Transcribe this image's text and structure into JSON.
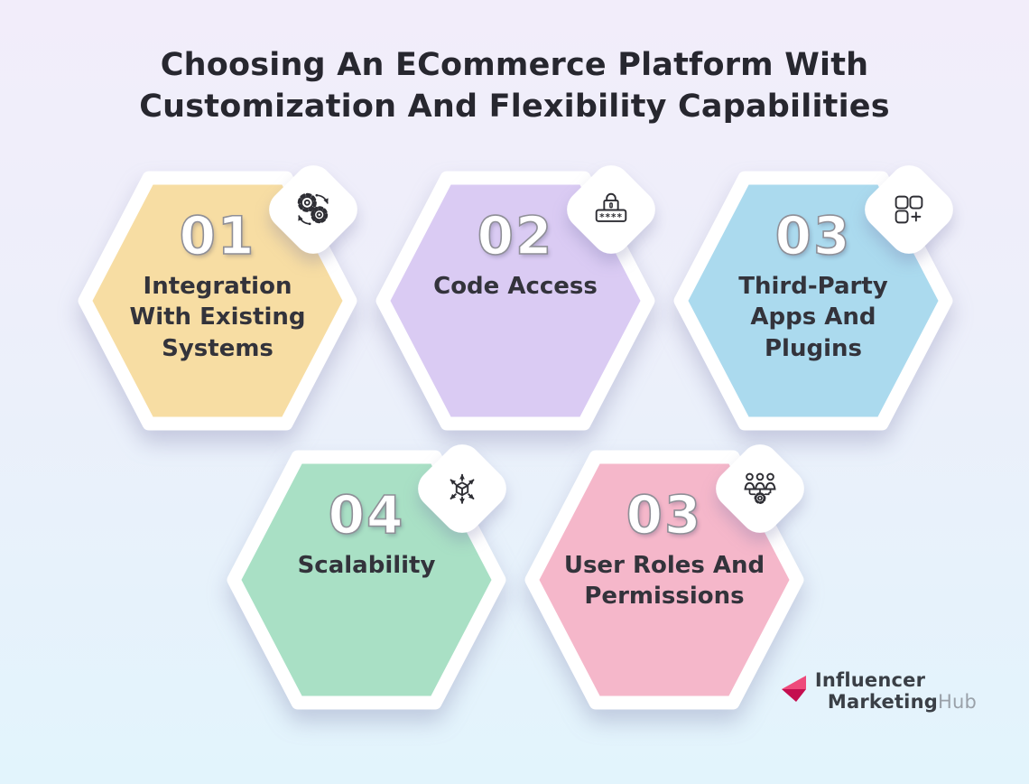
{
  "title": "Choosing An ECommerce Platform With\nCustomization And Flexibility Capabilities",
  "items": [
    {
      "number": "01",
      "label": "Integration\nWith Existing\nSystems",
      "color": "#F7DDA3",
      "icon": "gears-integration-icon"
    },
    {
      "number": "02",
      "label": "Code Access",
      "color": "#DACBF3",
      "icon": "password-lock-icon",
      "mask": "****"
    },
    {
      "number": "03",
      "label": "Third-Party\nApps And\nPlugins",
      "color": "#ABDAEE",
      "icon": "apps-plus-icon"
    },
    {
      "number": "04",
      "label": "Scalability",
      "color": "#A9E0C5",
      "icon": "cube-arrows-icon"
    },
    {
      "number": "03",
      "label": "User Roles And\nPermissions",
      "color": "#F5B7CA",
      "icon": "users-gear-icon"
    }
  ],
  "logo": {
    "word1": "Influencer",
    "word2": "Marketing",
    "word3": "Hub"
  },
  "colors": {
    "background_top": "#F2EDFA",
    "background_bottom": "#E2F4FC",
    "title_text": "#27272F",
    "label_text": "#33333B",
    "number_fill": "#FFFFFF",
    "number_outline": "#8F8F97",
    "icon_stroke": "#2E2E34",
    "logo_pink": "#EE4A7B",
    "logo_dark_pink": "#C40E4F",
    "logo_text_dark": "#3A3F46",
    "logo_text_gray": "#9AA1A9"
  }
}
